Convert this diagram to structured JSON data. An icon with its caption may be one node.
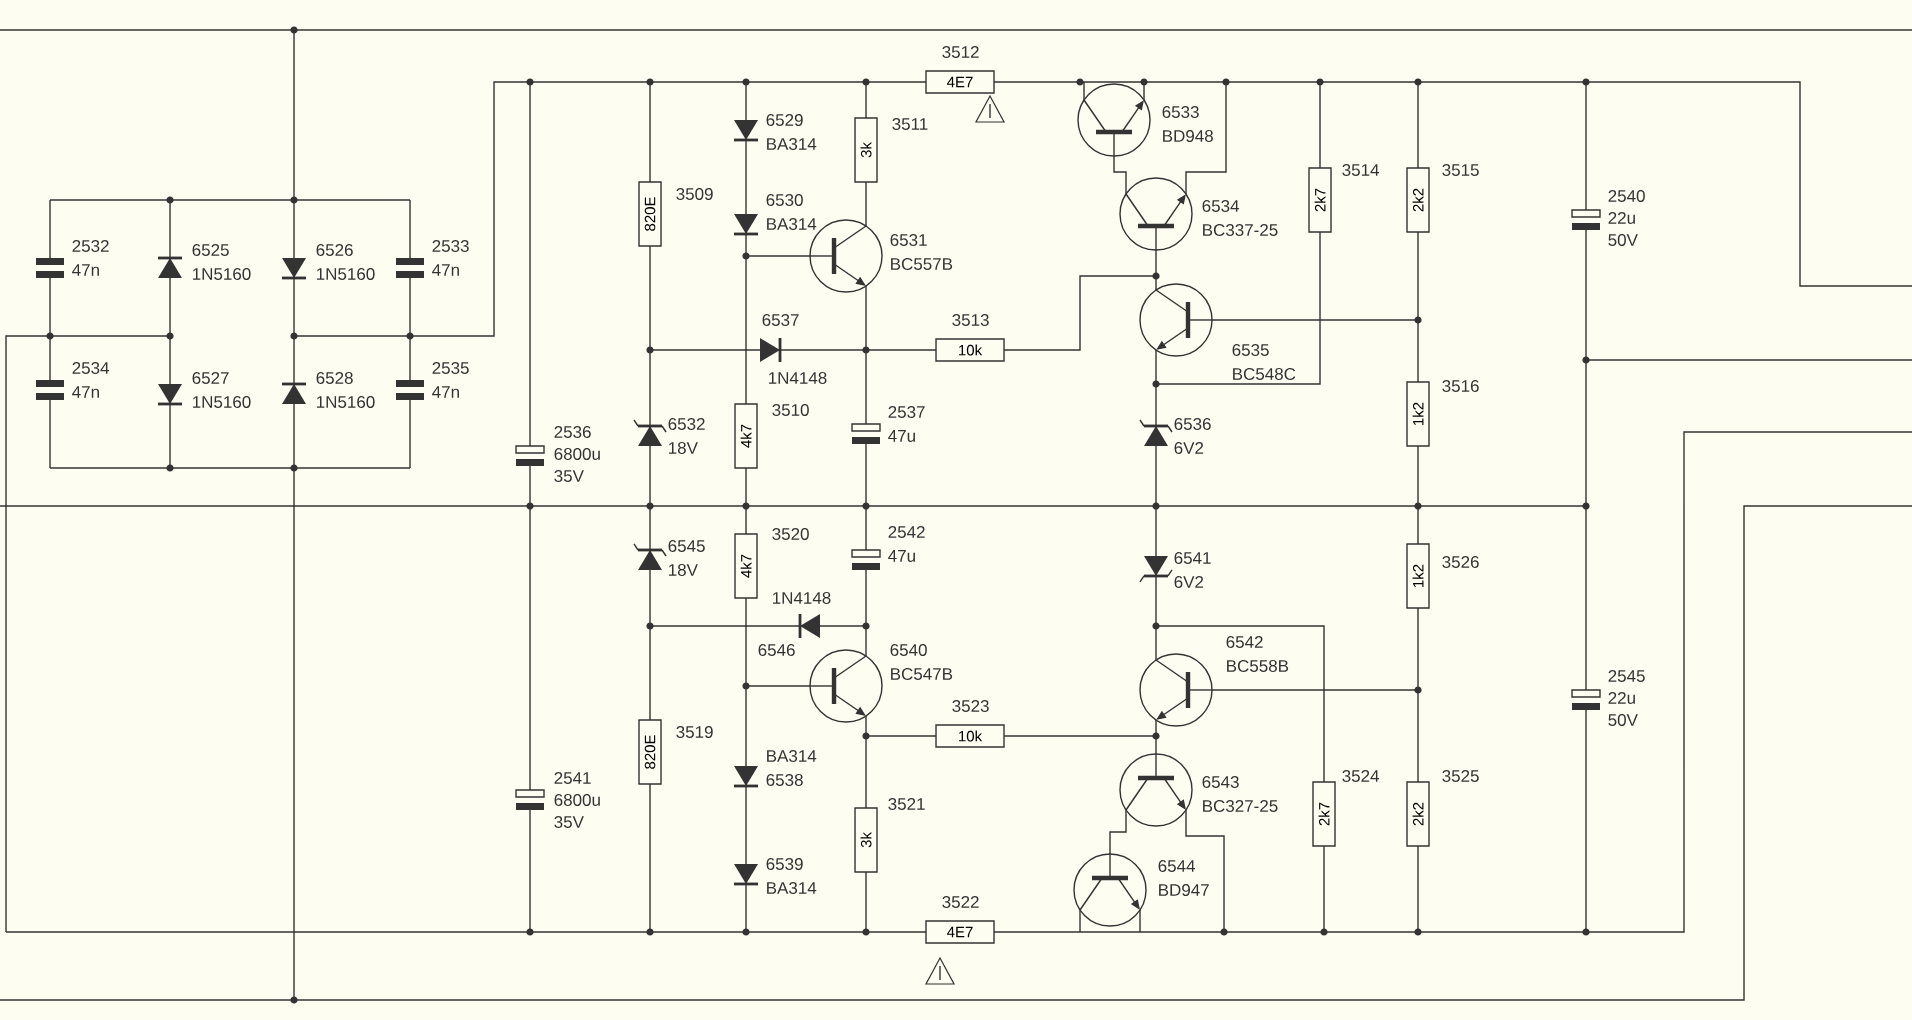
{
  "diagram": {
    "labels": [
      "3512",
      "4E7",
      "6529",
      "BA314",
      "3511",
      "3k",
      "6533",
      "BD948",
      "2532",
      "47n",
      "6525",
      "1N5160",
      "6526",
      "1N5160",
      "2533",
      "47n",
      "3509",
      "820E",
      "6530",
      "BA314",
      "6531",
      "BC557B",
      "6534",
      "BC337-25",
      "3514",
      "2k7",
      "3515",
      "2k2",
      "2540",
      "22u",
      "50V",
      "6537",
      "3513",
      "10k",
      "1N4148",
      "6535",
      "BC548C",
      "3516",
      "1k2",
      "2534",
      "47n",
      "6527",
      "1N5160",
      "6528",
      "1N5160",
      "2535",
      "47n",
      "2536",
      "6800u",
      "35V",
      "6532",
      "18V",
      "3510",
      "4k7",
      "2537",
      "47u",
      "6536",
      "6V2",
      "6545",
      "18V",
      "3520",
      "4k7",
      "2542",
      "47u",
      "6541",
      "6V2",
      "3526",
      "1k2",
      "1N4148",
      "6546",
      "6540",
      "BC547B",
      "6542",
      "BC558B",
      "2545",
      "22u",
      "50V",
      "3519",
      "820E",
      "3523",
      "10k",
      "2541",
      "6800u",
      "35V",
      "BA314",
      "6538",
      "6543",
      "BC327-25",
      "3524",
      "2k7",
      "3525",
      "2k2",
      "3521",
      "3k",
      "6539",
      "BA314",
      "6544",
      "BD947",
      "3522",
      "4E7"
    ]
  }
}
